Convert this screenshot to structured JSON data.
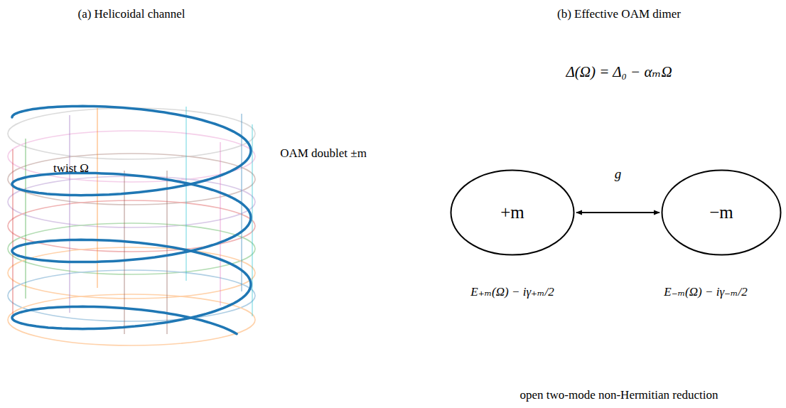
{
  "diagram": {
    "nodes": [
      {
        "text": [
          "+m"
        ]
      },
      {
        "text": [
          "−m"
        ]
      }
    ],
    "edges": [
      {
        "from": 0,
        "to": 1,
        "arrow": "both",
        "label": "g"
      }
    ],
    "labels": [
      "(a) Helicoidal channel",
      "(b) Effective OAM dimer",
      "twist Ω",
      "OAM doublet ±m",
      "Δ(Ω) = Δ₀ − αₘΩ",
      "E₊ₘ(Ω) − iγ₊ₘ/2",
      "E₋ₘ(Ω) − iγ₋ₘ/2",
      "open two-mode non-Hermitian reduction"
    ]
  }
}
